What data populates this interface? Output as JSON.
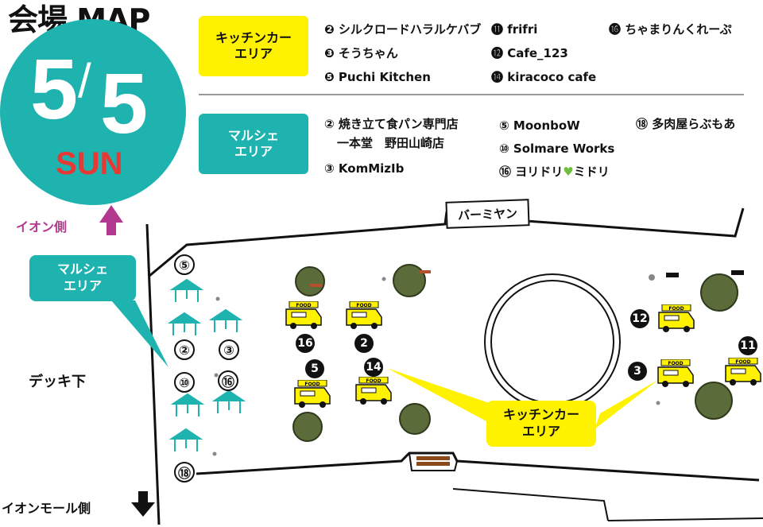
{
  "header": {
    "title": "会場 MAP"
  },
  "date": {
    "month": "5",
    "slash": "/",
    "day": "5",
    "weekday": "SUN"
  },
  "legend": {
    "kitchen_label": "キッチンカー\nエリア",
    "kitchen_col1": [
      "❷ シルクロードハラルケバブ",
      "❸ そうちゃん",
      "❺ Puchi Kitchen"
    ],
    "kitchen_col2": [
      "⓫ frifri",
      "⓬ Cafe_123",
      "⓮ kiracoco cafe"
    ],
    "kitchen_col3": [
      "⓰ ちゃまりんくれーぷ"
    ],
    "marche_label": "マルシェ\nエリア",
    "marche_col1": [
      "② 焼き立て食パン専門店",
      "一本堂　野田山崎店",
      "③ KomMizIb"
    ],
    "marche_col2": [
      "⑤ MoonboW",
      "⑩ Solmare Works"
    ],
    "marche_col2_last_prefix": "⑯ ヨリドリ",
    "marche_col2_last_heart": "♥",
    "marche_col2_last_suffix": "ミドリ",
    "marche_col3": [
      "⑱ 多肉屋らぶもあ"
    ]
  },
  "map": {
    "aeon_side": "イオン側",
    "aeon_mall_side": "イオンモール側",
    "deck": "デッキ下",
    "bamiyan": "バーミヤン",
    "marche_badge": "マルシェ\nエリア",
    "kitchen_badge": "キッチンカー\nエリア",
    "food_text": "FOOD",
    "tent_numbers": {
      "n5": "⑤",
      "n2": "②",
      "n3": "③",
      "n10": "⑩",
      "n16": "⑯",
      "n18": "⑱"
    },
    "truck_numbers": {
      "n16": "16",
      "n2": "2",
      "n5": "5",
      "n14": "14",
      "n12": "12",
      "n3": "3",
      "n11": "11"
    }
  },
  "colors": {
    "teal": "#1fb3b0",
    "yellow": "#fff200",
    "red": "#e53935",
    "magenta": "#b3388f",
    "tree": "#5b6b3a"
  }
}
